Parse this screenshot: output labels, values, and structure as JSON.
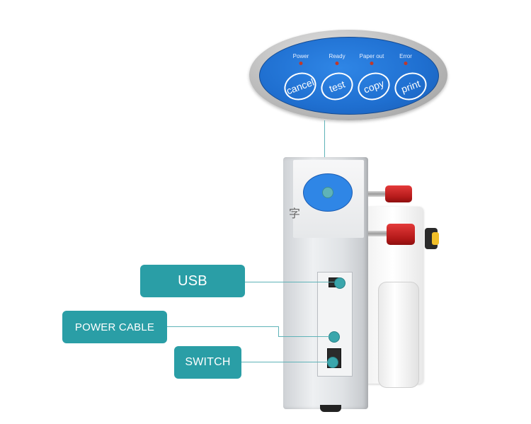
{
  "panel": {
    "indicators": [
      {
        "label": "Power",
        "led_color": "#c0392b"
      },
      {
        "label": "Ready",
        "led_color": "#c0392b"
      },
      {
        "label": "Paper out",
        "led_color": "#c0392b"
      },
      {
        "label": "Error",
        "led_color": "#c0392b"
      }
    ],
    "buttons": [
      "cancel",
      "test",
      "copy",
      "print"
    ],
    "panel_color": "#1f6fd0"
  },
  "device": {
    "side_text": "字"
  },
  "labels": {
    "usb": "USB",
    "power_cable": "POWER CABLE",
    "switch": "SWITCH"
  },
  "colors": {
    "callout": "#2a9ea6",
    "leader_line": "#5fb3b8",
    "roller": "#c62626"
  }
}
